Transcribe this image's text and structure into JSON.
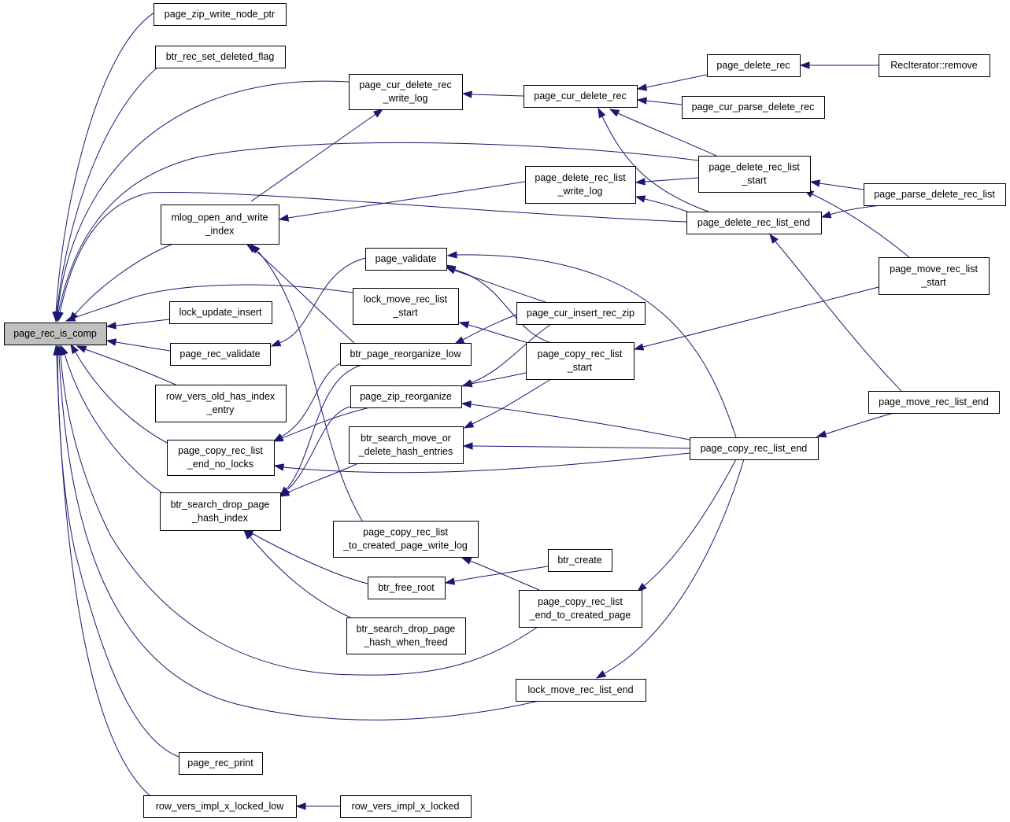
{
  "graph": {
    "edge_color": "#191970",
    "root_fill": "#bfbfbf",
    "nodes": [
      {
        "id": "page_rec_is_comp",
        "lines": [
          "page_rec_is_comp"
        ],
        "root": true
      },
      {
        "id": "page_zip_write_node_ptr",
        "lines": [
          "page_zip_write_node_ptr"
        ]
      },
      {
        "id": "btr_rec_set_deleted_flag",
        "lines": [
          "btr_rec_set_deleted_flag"
        ]
      },
      {
        "id": "page_cur_delete_rec_write_log",
        "lines": [
          "page_cur_delete_rec",
          "_write_log"
        ]
      },
      {
        "id": "mlog_open_and_write_index",
        "lines": [
          "mlog_open_and_write",
          "_index"
        ]
      },
      {
        "id": "lock_update_insert",
        "lines": [
          "lock_update_insert"
        ]
      },
      {
        "id": "page_rec_validate",
        "lines": [
          "page_rec_validate"
        ]
      },
      {
        "id": "row_vers_old_has_index_entry",
        "lines": [
          "row_vers_old_has_index",
          "_entry"
        ]
      },
      {
        "id": "page_copy_rec_list_end_no_locks",
        "lines": [
          "page_copy_rec_list",
          "_end_no_locks"
        ]
      },
      {
        "id": "btr_search_drop_page_hash_index",
        "lines": [
          "btr_search_drop_page",
          "_hash_index"
        ]
      },
      {
        "id": "page_rec_print",
        "lines": [
          "page_rec_print"
        ]
      },
      {
        "id": "row_vers_impl_x_locked_low",
        "lines": [
          "row_vers_impl_x_locked_low"
        ]
      },
      {
        "id": "row_vers_impl_x_locked",
        "lines": [
          "row_vers_impl_x_locked"
        ]
      },
      {
        "id": "page_validate",
        "lines": [
          "page_validate"
        ]
      },
      {
        "id": "lock_move_rec_list_start",
        "lines": [
          "lock_move_rec_list",
          "_start"
        ]
      },
      {
        "id": "btr_page_reorganize_low",
        "lines": [
          "btr_page_reorganize_low"
        ]
      },
      {
        "id": "page_zip_reorganize",
        "lines": [
          "page_zip_reorganize"
        ]
      },
      {
        "id": "btr_search_move_or_delete_hash_entries",
        "lines": [
          "btr_search_move_or",
          "_delete_hash_entries"
        ]
      },
      {
        "id": "page_copy_rec_list_to_created_page_write_log",
        "lines": [
          "page_copy_rec_list",
          "_to_created_page_write_log"
        ]
      },
      {
        "id": "btr_free_root",
        "lines": [
          "btr_free_root"
        ]
      },
      {
        "id": "btr_search_drop_page_hash_when_freed",
        "lines": [
          "btr_search_drop_page",
          "_hash_when_freed"
        ]
      },
      {
        "id": "page_cur_delete_rec",
        "lines": [
          "page_cur_delete_rec"
        ]
      },
      {
        "id": "page_delete_rec_list_write_log",
        "lines": [
          "page_delete_rec_list",
          "_write_log"
        ]
      },
      {
        "id": "page_cur_insert_rec_zip",
        "lines": [
          "page_cur_insert_rec_zip"
        ]
      },
      {
        "id": "page_copy_rec_list_start",
        "lines": [
          "page_copy_rec_list",
          "_start"
        ]
      },
      {
        "id": "btr_create",
        "lines": [
          "btr_create"
        ]
      },
      {
        "id": "page_copy_rec_list_end_to_created_page",
        "lines": [
          "page_copy_rec_list",
          "_end_to_created_page"
        ]
      },
      {
        "id": "lock_move_rec_list_end",
        "lines": [
          "lock_move_rec_list_end"
        ]
      },
      {
        "id": "page_delete_rec",
        "lines": [
          "page_delete_rec"
        ]
      },
      {
        "id": "page_cur_parse_delete_rec",
        "lines": [
          "page_cur_parse_delete_rec"
        ]
      },
      {
        "id": "page_delete_rec_list_start",
        "lines": [
          "page_delete_rec_list",
          "_start"
        ]
      },
      {
        "id": "page_delete_rec_list_end",
        "lines": [
          "page_delete_rec_list_end"
        ]
      },
      {
        "id": "page_copy_rec_list_end",
        "lines": [
          "page_copy_rec_list_end"
        ]
      },
      {
        "id": "RecIterator_remove",
        "lines": [
          "RecIterator::remove"
        ]
      },
      {
        "id": "page_parse_delete_rec_list",
        "lines": [
          "page_parse_delete_rec_list"
        ]
      },
      {
        "id": "page_move_rec_list_start",
        "lines": [
          "page_move_rec_list",
          "_start"
        ]
      },
      {
        "id": "page_move_rec_list_end",
        "lines": [
          "page_move_rec_list_end"
        ]
      }
    ],
    "edges": [
      {
        "from": "page_zip_write_node_ptr",
        "to": "page_rec_is_comp"
      },
      {
        "from": "btr_rec_set_deleted_flag",
        "to": "page_rec_is_comp"
      },
      {
        "from": "page_cur_delete_rec_write_log",
        "to": "page_rec_is_comp"
      },
      {
        "from": "page_delete_rec_list_start",
        "to": "page_rec_is_comp"
      },
      {
        "from": "page_delete_rec_list_end",
        "to": "page_rec_is_comp"
      },
      {
        "from": "mlog_open_and_write_index",
        "to": "page_rec_is_comp"
      },
      {
        "from": "lock_move_rec_list_start",
        "to": "page_rec_is_comp"
      },
      {
        "from": "lock_update_insert",
        "to": "page_rec_is_comp"
      },
      {
        "from": "page_rec_validate",
        "to": "page_rec_is_comp"
      },
      {
        "from": "row_vers_old_has_index_entry",
        "to": "page_rec_is_comp"
      },
      {
        "from": "page_copy_rec_list_end_no_locks",
        "to": "page_rec_is_comp"
      },
      {
        "from": "btr_search_drop_page_hash_index",
        "to": "page_rec_is_comp"
      },
      {
        "from": "page_copy_rec_list_end_to_created_page",
        "to": "page_rec_is_comp"
      },
      {
        "from": "lock_move_rec_list_end",
        "to": "page_rec_is_comp"
      },
      {
        "from": "page_rec_print",
        "to": "page_rec_is_comp"
      },
      {
        "from": "row_vers_impl_x_locked_low",
        "to": "page_rec_is_comp"
      },
      {
        "from": "row_vers_impl_x_locked",
        "to": "row_vers_impl_x_locked_low"
      },
      {
        "from": "page_cur_delete_rec",
        "to": "page_cur_delete_rec_write_log"
      },
      {
        "from": "mlog_open_and_write_index",
        "to": "page_cur_delete_rec_write_log"
      },
      {
        "from": "page_delete_rec_list_write_log",
        "to": "mlog_open_and_write_index"
      },
      {
        "from": "btr_page_reorganize_low",
        "to": "mlog_open_and_write_index"
      },
      {
        "from": "page_copy_rec_list_to_created_page_write_log",
        "to": "mlog_open_and_write_index"
      },
      {
        "from": "page_validate",
        "to": "page_rec_validate"
      },
      {
        "from": "btr_page_reorganize_low",
        "to": "page_copy_rec_list_end_no_locks"
      },
      {
        "from": "page_zip_reorganize",
        "to": "page_copy_rec_list_end_no_locks"
      },
      {
        "from": "page_copy_rec_list_end",
        "to": "page_copy_rec_list_end_no_locks"
      },
      {
        "from": "btr_page_reorganize_low",
        "to": "btr_search_drop_page_hash_index"
      },
      {
        "from": "page_zip_reorganize",
        "to": "btr_search_drop_page_hash_index"
      },
      {
        "from": "btr_search_move_or_delete_hash_entries",
        "to": "btr_search_drop_page_hash_index"
      },
      {
        "from": "btr_free_root",
        "to": "btr_search_drop_page_hash_index"
      },
      {
        "from": "btr_search_drop_page_hash_when_freed",
        "to": "btr_search_drop_page_hash_index"
      },
      {
        "from": "page_cur_insert_rec_zip",
        "to": "page_validate"
      },
      {
        "from": "page_copy_rec_list_start",
        "to": "page_validate"
      },
      {
        "from": "page_copy_rec_list_end",
        "to": "page_validate"
      },
      {
        "from": "page_copy_rec_list_start",
        "to": "lock_move_rec_list_start"
      },
      {
        "from": "page_cur_insert_rec_zip",
        "to": "btr_page_reorganize_low"
      },
      {
        "from": "page_cur_insert_rec_zip",
        "to": "page_zip_reorganize"
      },
      {
        "from": "page_copy_rec_list_start",
        "to": "page_zip_reorganize"
      },
      {
        "from": "page_copy_rec_list_end",
        "to": "page_zip_reorganize"
      },
      {
        "from": "page_copy_rec_list_start",
        "to": "btr_search_move_or_delete_hash_entries"
      },
      {
        "from": "page_copy_rec_list_end",
        "to": "btr_search_move_or_delete_hash_entries"
      },
      {
        "from": "page_copy_rec_list_end_to_created_page",
        "to": "page_copy_rec_list_to_created_page_write_log"
      },
      {
        "from": "btr_create",
        "to": "btr_free_root"
      },
      {
        "from": "page_delete_rec",
        "to": "page_cur_delete_rec"
      },
      {
        "from": "page_cur_parse_delete_rec",
        "to": "page_cur_delete_rec"
      },
      {
        "from": "page_delete_rec_list_start",
        "to": "page_cur_delete_rec"
      },
      {
        "from": "page_delete_rec_list_end",
        "to": "page_cur_delete_rec"
      },
      {
        "from": "page_delete_rec_list_start",
        "to": "page_delete_rec_list_write_log"
      },
      {
        "from": "page_delete_rec_list_end",
        "to": "page_delete_rec_list_write_log"
      },
      {
        "from": "page_move_rec_list_start",
        "to": "page_copy_rec_list_start"
      },
      {
        "from": "page_copy_rec_list_end",
        "to": "page_copy_rec_list_end_to_created_page"
      },
      {
        "from": "page_copy_rec_list_end",
        "to": "lock_move_rec_list_end"
      },
      {
        "from": "RecIterator_remove",
        "to": "page_delete_rec"
      },
      {
        "from": "page_parse_delete_rec_list",
        "to": "page_delete_rec_list_start"
      },
      {
        "from": "page_move_rec_list_start",
        "to": "page_delete_rec_list_start"
      },
      {
        "from": "page_parse_delete_rec_list",
        "to": "page_delete_rec_list_end"
      },
      {
        "from": "page_move_rec_list_end",
        "to": "page_delete_rec_list_end"
      },
      {
        "from": "page_move_rec_list_end",
        "to": "page_copy_rec_list_end"
      }
    ]
  }
}
